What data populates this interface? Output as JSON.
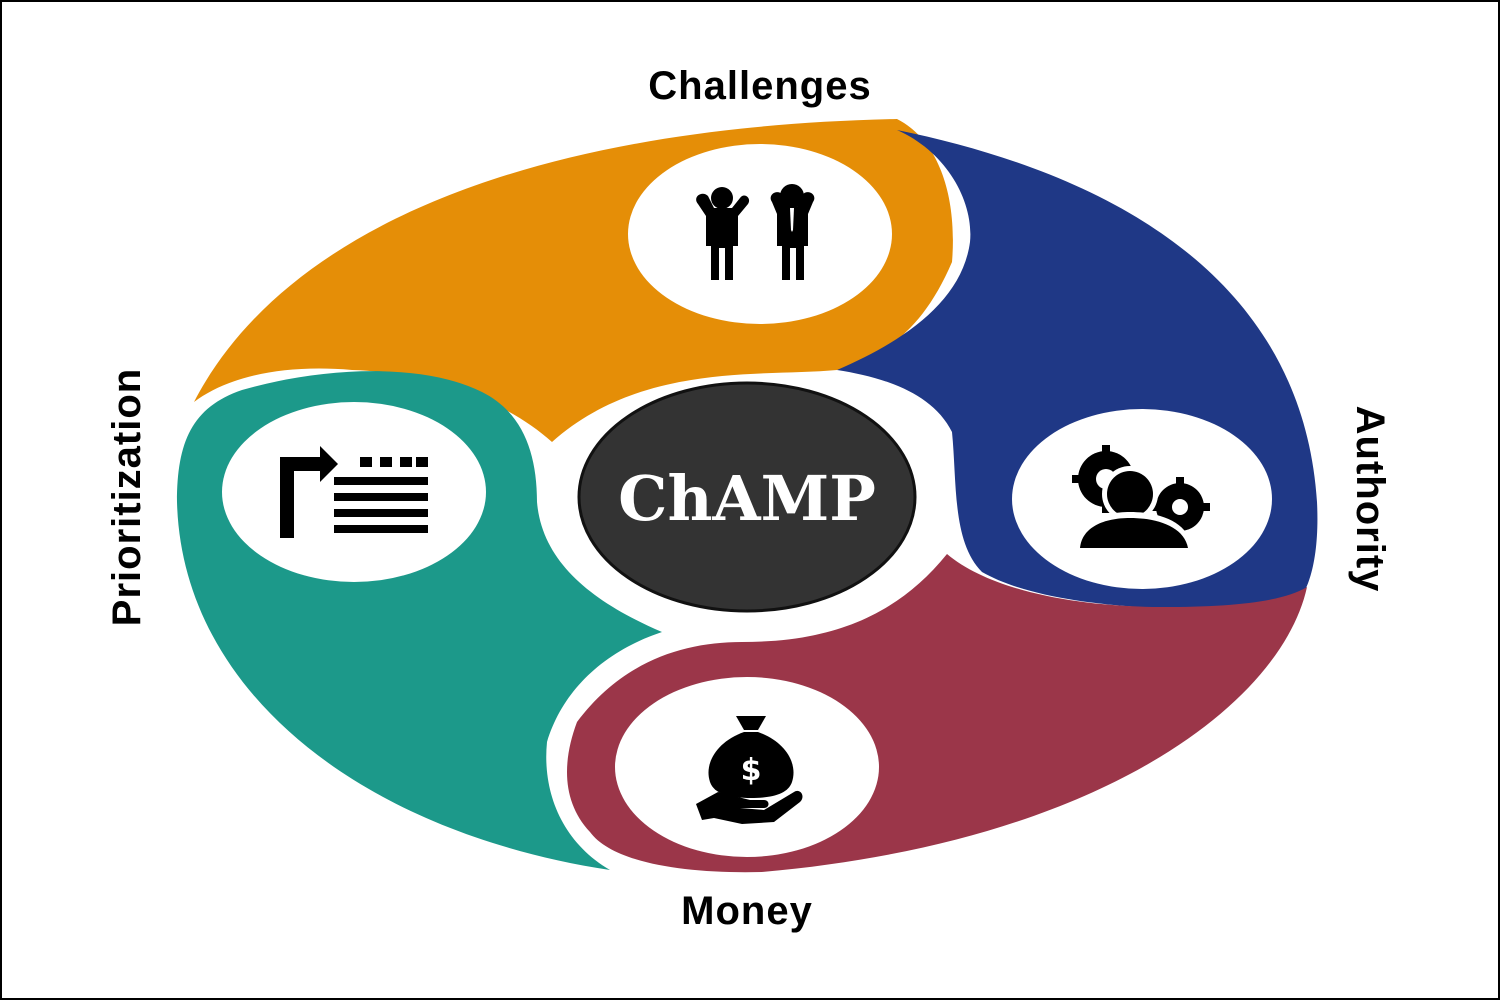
{
  "center": {
    "label": "ChAMP",
    "fill": "#333333"
  },
  "segments": [
    {
      "id": "challenges",
      "label": "Challenges",
      "color": "#E58E07",
      "icon": "two-stressed-businessmen-icon"
    },
    {
      "id": "authority",
      "label": "Authority",
      "color": "#1F3886",
      "icon": "person-with-gears-icon"
    },
    {
      "id": "money",
      "label": "Money",
      "color": "#9B3649",
      "icon": "money-bag-in-hand-icon"
    },
    {
      "id": "prioritization",
      "label": "Prioritization",
      "color": "#1C998A",
      "icon": "priority-list-icon"
    }
  ]
}
